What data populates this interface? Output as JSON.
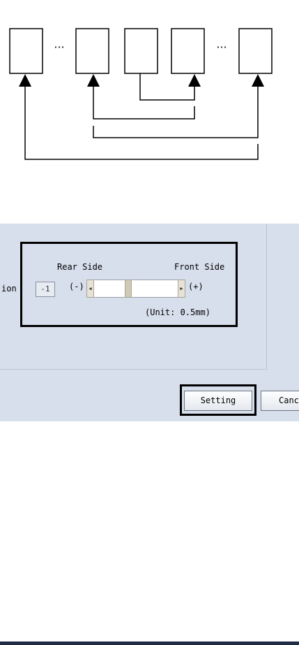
{
  "diagram": {
    "ellipsis_left": "···",
    "ellipsis_right": "···"
  },
  "settings": {
    "row_label_fragment": "ion",
    "current_value": "-1",
    "rear_side_label": "Rear Side",
    "front_side_label": "Front Side",
    "minus_label": "(-)",
    "plus_label": "(+)",
    "unit_label": "(Unit: 0.5mm)"
  },
  "buttons": {
    "setting_label": "Setting",
    "cancel_label": "Canc"
  },
  "icons": {
    "slider_left": "arrow-left-icon",
    "slider_right": "arrow-right-icon"
  }
}
